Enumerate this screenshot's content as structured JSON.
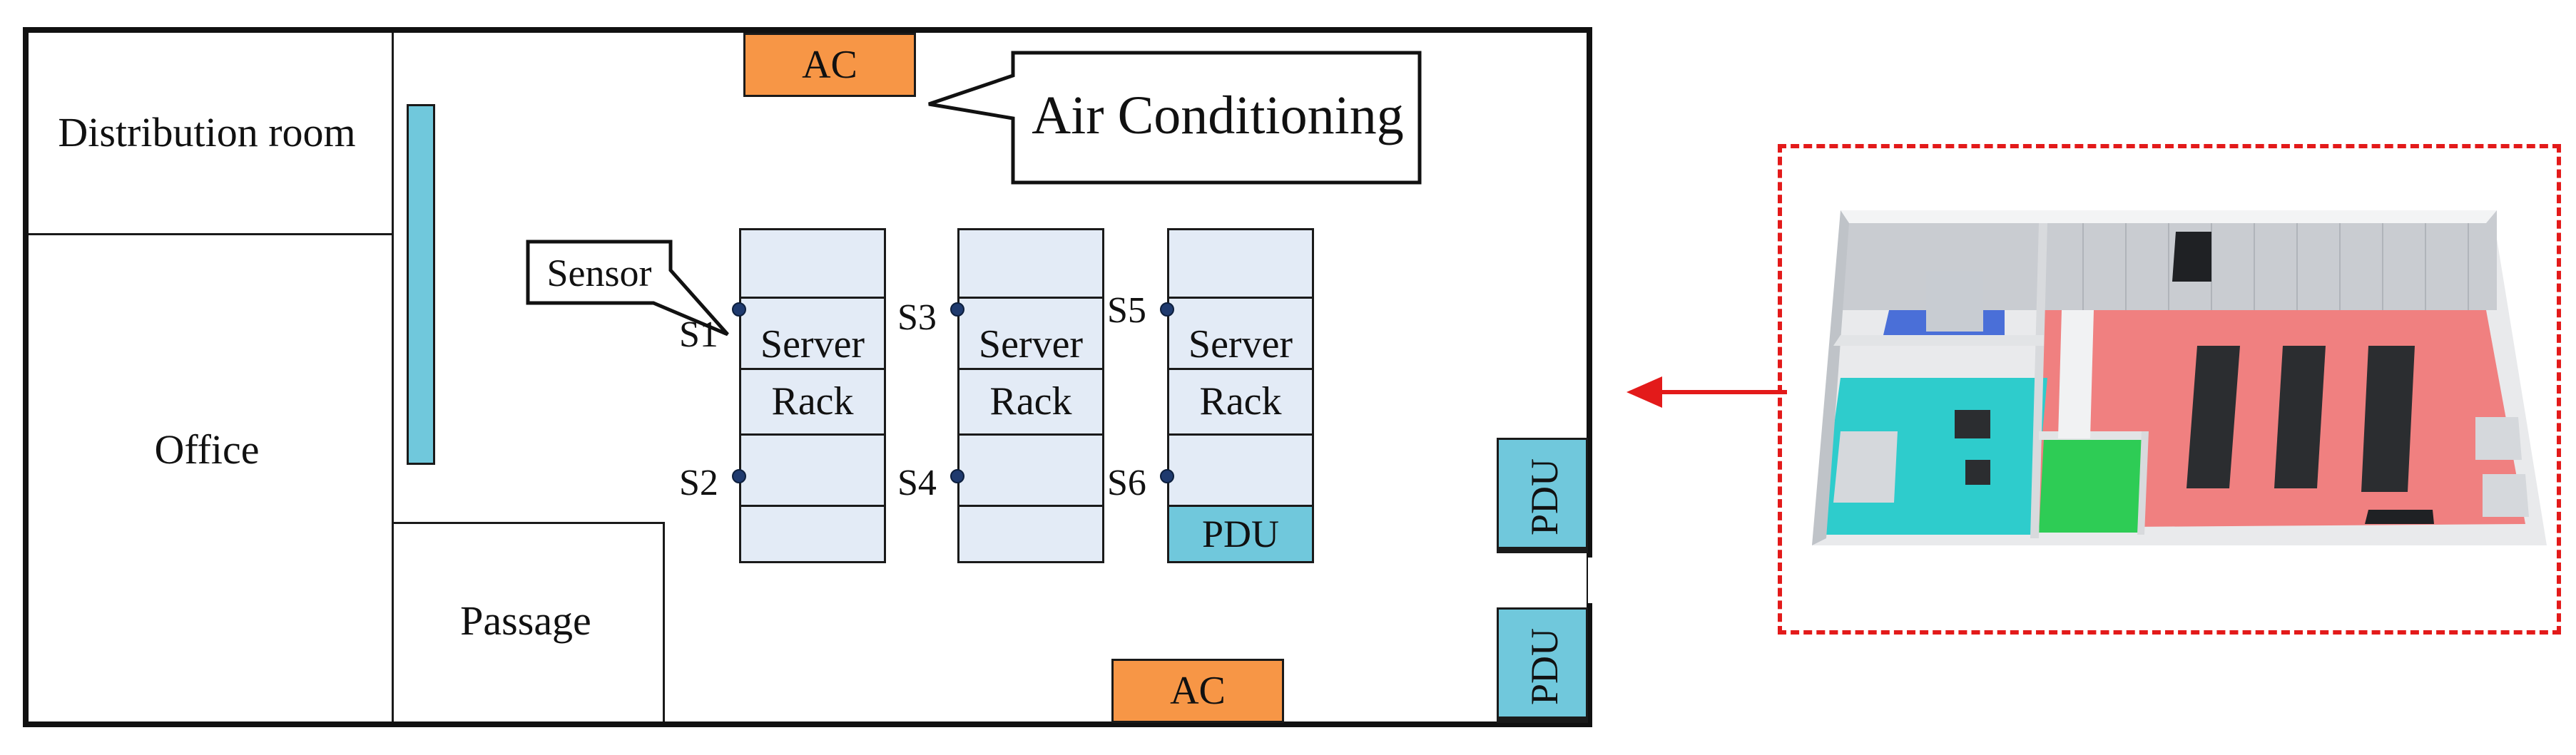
{
  "floorplan": {
    "rooms": {
      "distribution": "Distribution room",
      "office": "Office",
      "passage": "Passage"
    },
    "ac_label": "AC",
    "callouts": {
      "air_conditioning": "Air Conditioning",
      "sensor": "Sensor"
    },
    "racks": [
      {
        "line1": "Server",
        "line2": "Rack",
        "sensor_top": "S1",
        "sensor_bottom": "S2"
      },
      {
        "line1": "Server",
        "line2": "Rack",
        "sensor_top": "S3",
        "sensor_bottom": "S4"
      },
      {
        "line1": "Server",
        "line2": "Rack",
        "sensor_top": "S5",
        "sensor_bottom": "S6",
        "pdu": "PDU"
      }
    ],
    "pdu_label": "PDU"
  },
  "colors": {
    "ac": "#f79646",
    "pdu": "#70c8dc",
    "cooling_bar": "#70c8dc",
    "rack_fill": "#e3ebf6",
    "sensor_dot": "#1f3a6e",
    "arrow": "#e31a1a",
    "render_floor": "#f08080",
    "render_office_floor": "#2ecccc",
    "render_green": "#2ecc55",
    "render_blue": "#4a6fd8"
  }
}
